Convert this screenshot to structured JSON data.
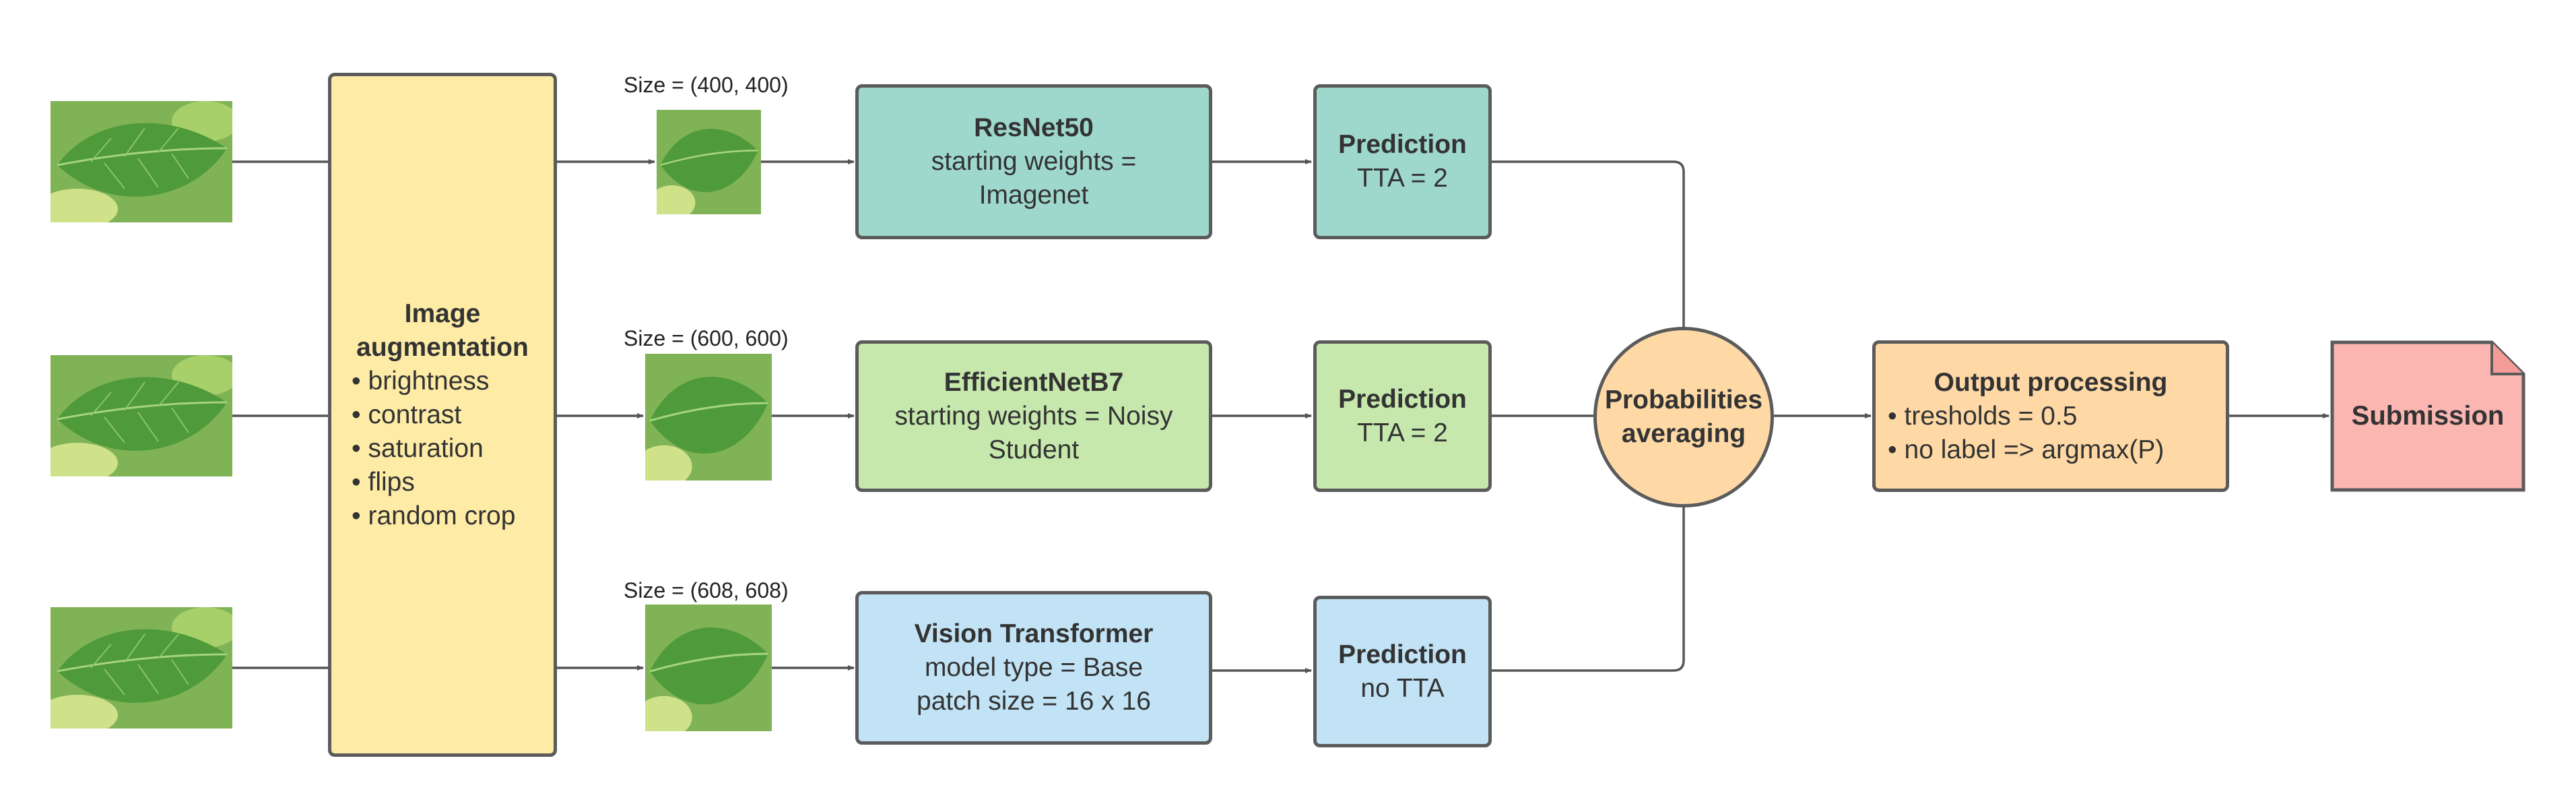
{
  "inputs": {
    "image_icon": "leaf-photo"
  },
  "augmentation": {
    "title": "Image augmentation",
    "items": [
      "brightness",
      "contrast",
      "saturation",
      "flips",
      "random crop"
    ]
  },
  "sizes": [
    "Size = (400, 400)",
    "Size = (600, 600)",
    "Size = (608, 608)"
  ],
  "models": [
    {
      "name": "ResNet50",
      "lines": [
        "starting weights =",
        "Imagenet"
      ],
      "color": "#9ed8cc"
    },
    {
      "name": "EfficientNetB7",
      "lines": [
        "starting weights = Noisy",
        "Student"
      ],
      "color": "#c6e8ad"
    },
    {
      "name": "Vision Transformer",
      "lines": [
        "model type = Base",
        "patch size = 16 x 16"
      ],
      "color": "#c1e3f5"
    }
  ],
  "predictions": [
    {
      "title": "Prediction",
      "detail": "TTA = 2"
    },
    {
      "title": "Prediction",
      "detail": "TTA = 2"
    },
    {
      "title": "Prediction",
      "detail": "no TTA"
    }
  ],
  "averaging": {
    "lines": [
      "Probabilities",
      "averaging"
    ],
    "color": "#fed9a6"
  },
  "output_processing": {
    "title": "Output processing",
    "items": [
      "tresholds = 0.5",
      "no label => argmax(P)"
    ],
    "color": "#fed9a6"
  },
  "submission": {
    "label": "Submission",
    "color": "#fbb6b2"
  },
  "colors": {
    "augmentation": "#fdeba6",
    "stroke": "#5b5b5b",
    "wire": "#555555"
  }
}
